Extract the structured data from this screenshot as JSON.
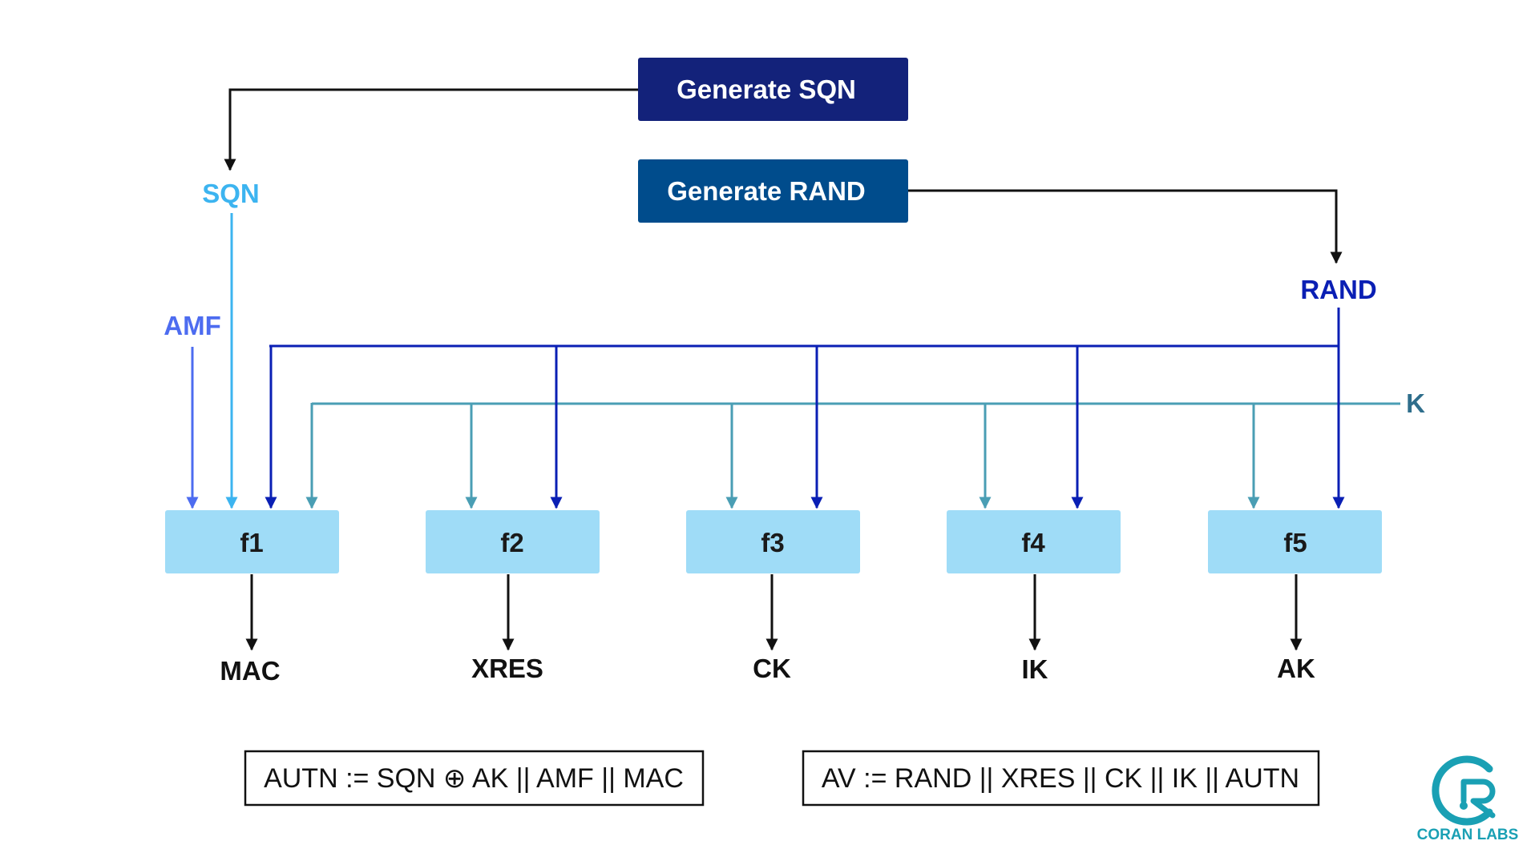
{
  "colors": {
    "sqn_box": "#13227a",
    "rand_box": "#004c8c",
    "function_box": "#9fdcf7",
    "sqn_line": "#3cb4f0",
    "amf_line": "#4d6cf0",
    "rand_line": "#0a1fb4",
    "k_line": "#4a9eb4",
    "k_label": "#2f6e8c",
    "black_line": "#111111",
    "logo": "#1aa0b4"
  },
  "top": {
    "generate_sqn": "Generate SQN",
    "generate_rand": "Generate RAND"
  },
  "inputs": {
    "sqn": "SQN",
    "amf": "AMF",
    "rand": "RAND",
    "k": "K"
  },
  "functions": [
    {
      "label": "f1",
      "output": "MAC"
    },
    {
      "label": "f2",
      "output": "XRES"
    },
    {
      "label": "f3",
      "output": "CK"
    },
    {
      "label": "f4",
      "output": "IK"
    },
    {
      "label": "f5",
      "output": "AK"
    }
  ],
  "formulas": {
    "autn": "AUTN := SQN ⊕ AK || AMF || MAC",
    "av": "AV := RAND || XRES || CK || IK || AUTN"
  },
  "logo": {
    "name": "CORAN LABS",
    "mark": "coran-labs-logo-mark"
  }
}
